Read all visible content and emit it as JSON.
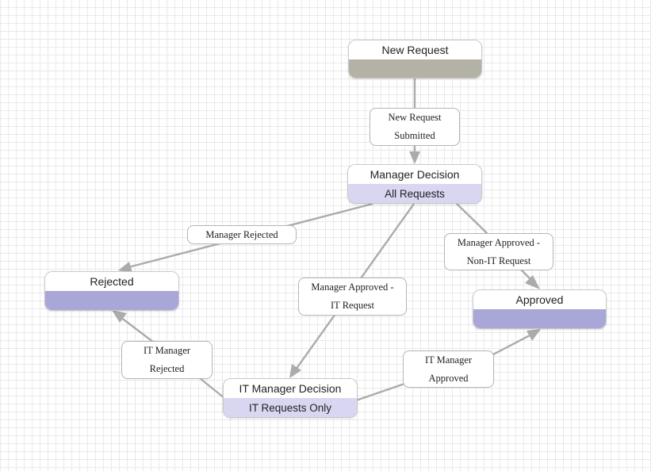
{
  "states": {
    "new_request": {
      "title": "New Request",
      "subtitle": "",
      "band_color": "#b3b2a5"
    },
    "manager_decision": {
      "title": "Manager Decision",
      "subtitle": "All Requests",
      "band_color": "#d8d6f1"
    },
    "rejected": {
      "title": "Rejected",
      "subtitle": "",
      "band_color": "#a9a6d8"
    },
    "approved": {
      "title": "Approved",
      "subtitle": "",
      "band_color": "#a9a6d8"
    },
    "it_manager_decision": {
      "title": "IT Manager Decision",
      "subtitle": "IT Requests Only",
      "band_color": "#d8d6f1"
    }
  },
  "transitions": {
    "new_request_submitted": {
      "line1": "New Request",
      "line2": "Submitted"
    },
    "manager_rejected": {
      "line1": "Manager Rejected",
      "line2": ""
    },
    "manager_approved_non_it": {
      "line1": "Manager Approved -",
      "line2": "Non-IT Request"
    },
    "manager_approved_it": {
      "line1": "Manager Approved -",
      "line2": "IT Request"
    },
    "it_manager_rejected": {
      "line1": "IT Manager",
      "line2": "Rejected"
    },
    "it_manager_approved": {
      "line1": "IT Manager",
      "line2": "Approved"
    }
  }
}
